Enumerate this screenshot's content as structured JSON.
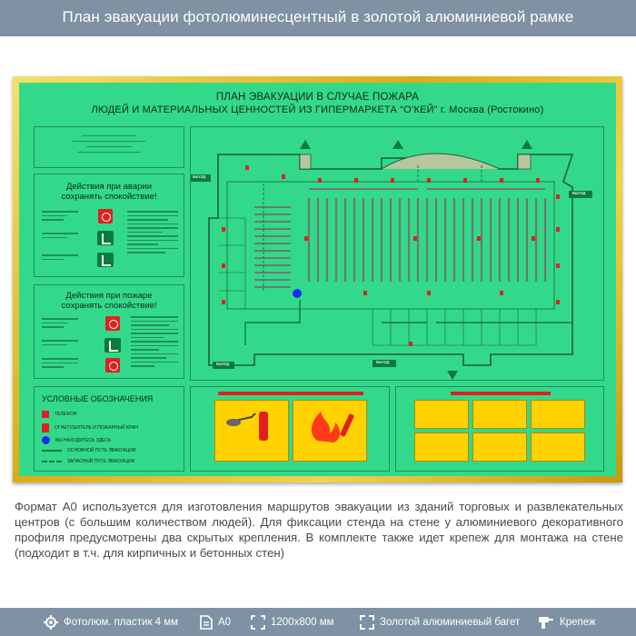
{
  "header": {
    "title": "План эвакуации фотолюминесцентный в золотой алюминиевой рамке"
  },
  "plan": {
    "title_line1": "ПЛАН ЭВАКУАЦИИ В СЛУЧАЕ ПОЖАРА",
    "title_line2": "ЛЮДЕЙ И МАТЕРИАЛЬНЫХ ЦЕННОСТЕЙ ИЗ ГИПЕРМАРКЕТА “О’КЕЙ” г. Москва (Ростокино)",
    "panel_accident": {
      "heading_line1": "Действия при аварии",
      "heading_line2": "сохранять спокойствие!"
    },
    "panel_fire": {
      "heading_line1": "Действия при пожаре",
      "heading_line2": "сохранять спокойствие!"
    },
    "legend": {
      "title": "УСЛОВНЫЕ ОБОЗНАЧЕНИЯ",
      "items": [
        "ТЕЛЕФОН",
        "ОГНЕТУШИТЕЛЬ И ПОЖАРНЫЙ КРАН",
        "ВЫ НАХОДИТЕСЬ ЗДЕСЬ",
        "ОСНОВНОЙ ПУТЬ ЭВАКУАЦИИ",
        "ЗАПАСНЫЙ ПУТЬ ЭВАКУАЦИИ"
      ]
    },
    "exit_label": "выход"
  },
  "description": "Формат А0 используется для изготовления маршрутов эвакуации из зданий торговых и развлекательных центров (с большим количеством людей). Для фиксации стенда на стене у алюминиевого декоративного профиля предусмотрены два скрытых крепления. В комплекте также идет крепеж для монтажа на стене (подходит в т.ч. для кирпичных и бетонных стен)",
  "footer": {
    "material": "Фотолюм. пластик 4 мм",
    "format": "А0",
    "size": "1200x800 мм",
    "frame": "Золотой алюминиевый багет",
    "mount": "Крепеж"
  },
  "colors": {
    "header_bg": "#7f91a3",
    "board_green": "#33d98a",
    "frame_gold": "#e2bb2a",
    "sign_red": "#e02020"
  }
}
